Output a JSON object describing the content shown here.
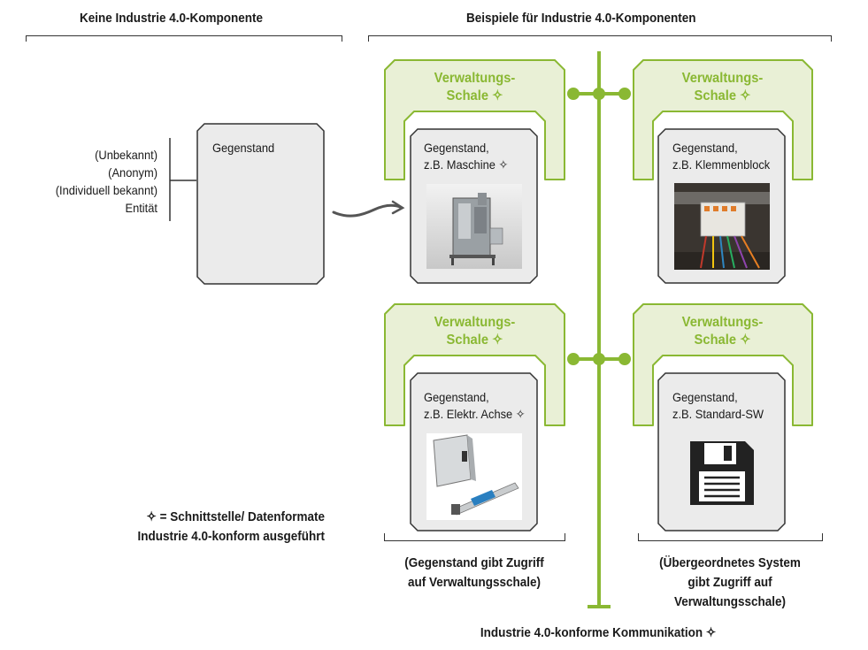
{
  "headers": {
    "left": "Keine Industrie 4.0-Komponente",
    "right": "Beispiele für Industrie 4.0-Komponenten"
  },
  "entity_labels": [
    "(Unbekannt)",
    "(Anonym)",
    "(Individuell bekannt)",
    "Entität"
  ],
  "plain_object": {
    "label": "Gegenstand"
  },
  "shell_label": [
    "Verwaltungs-",
    "Schale ✧"
  ],
  "components": [
    {
      "line1": "Gegenstand,",
      "line2": "z.B. Maschine ✧",
      "image": "packaging-machine-photo"
    },
    {
      "line1": "Gegenstand,",
      "line2": "z.B. Klemmenblock",
      "image": "terminal-block-photo"
    },
    {
      "line1": "Gegenstand,",
      "line2": "z.B. Elektr. Achse ✧",
      "image": "electric-axis-photo"
    },
    {
      "line1": "Gegenstand,",
      "line2": "z.B. Standard-SW",
      "image": "floppy-disk-icon"
    }
  ],
  "legend": [
    "✧ = Schnittstelle/ Datenformate",
    "Industrie 4.0-konform ausgeführt"
  ],
  "group_notes": {
    "left": [
      "(Gegenstand gibt Zugriff",
      "auf Verwaltungsschale)"
    ],
    "right": [
      "(Übergeordnetes System",
      "gibt Zugriff auf",
      "Verwaltungsschale)"
    ]
  },
  "bus_label": "Industrie 4.0-konforme Kommunikation ✧",
  "colors": {
    "green": "#8ab833",
    "shell_fill": "#e9f0d6",
    "card_fill": "#ebebeb",
    "card_border": "#333333"
  }
}
